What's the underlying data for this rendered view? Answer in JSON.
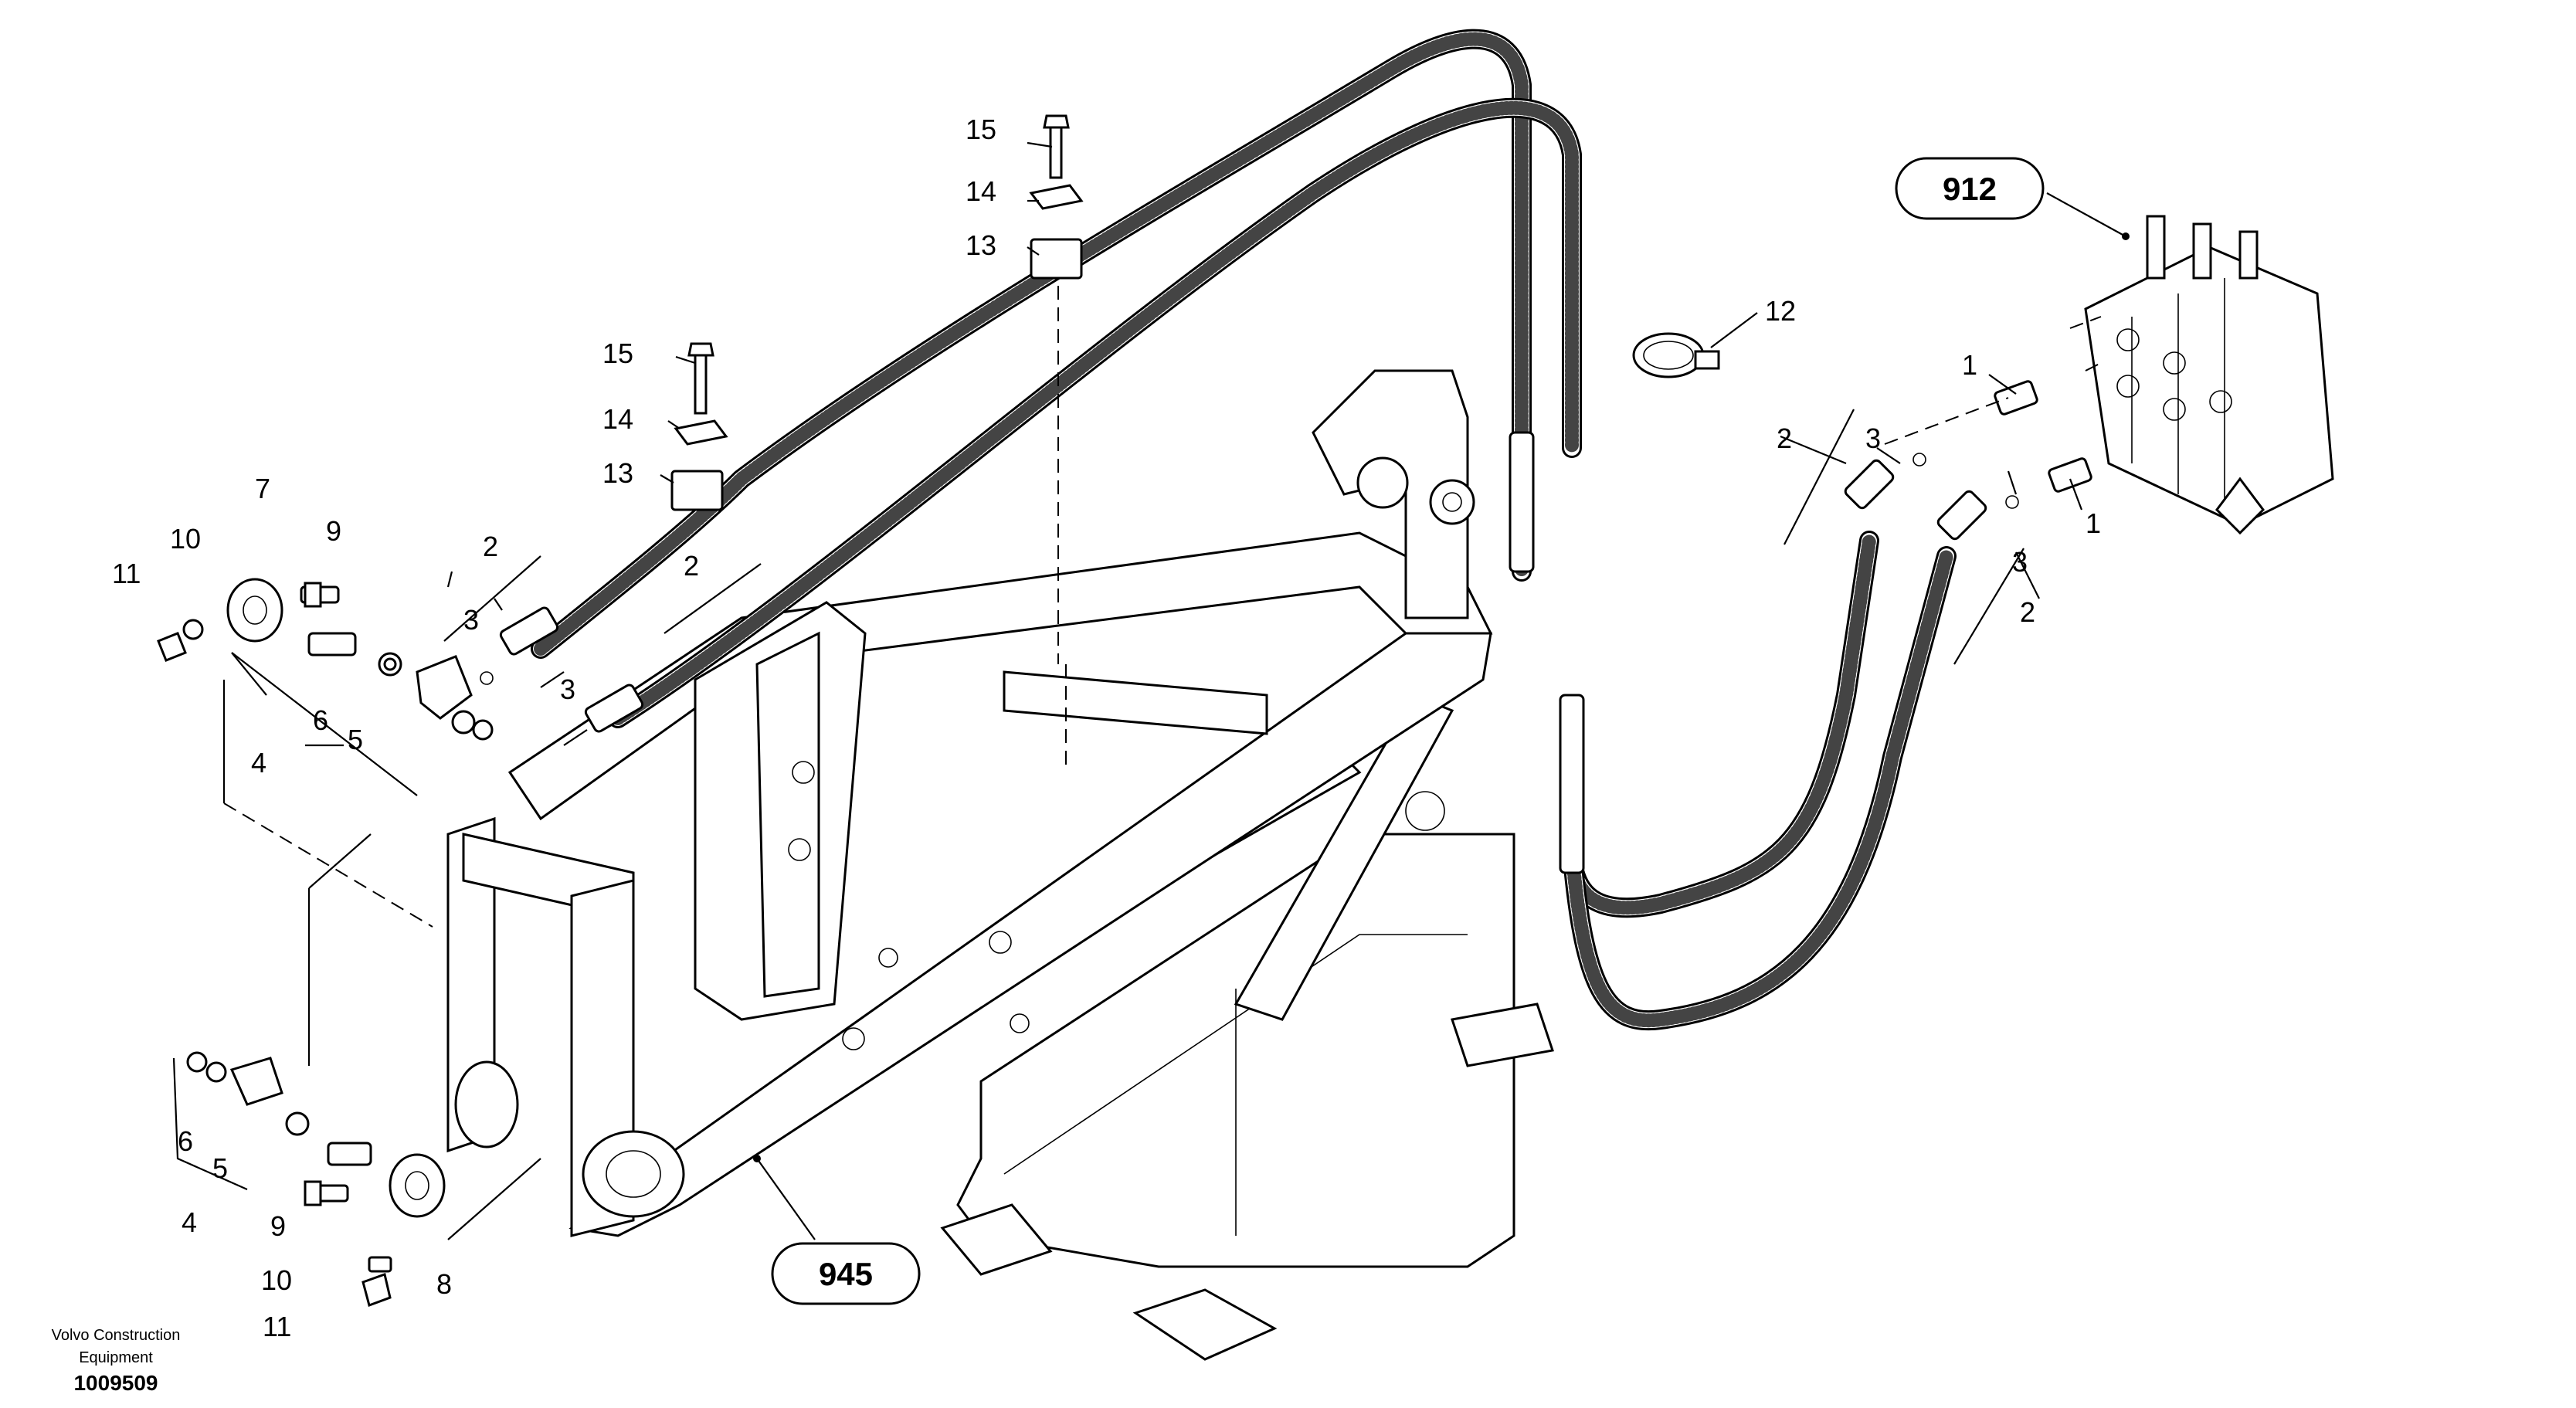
{
  "assembly_refs": {
    "valve": "912",
    "frame": "945"
  },
  "part_labels": {
    "p1": "1",
    "p2": "2",
    "p3": "3",
    "p4": "4",
    "p5": "5",
    "p6": "6",
    "p7": "7",
    "p8": "8",
    "p9": "9",
    "p10": "10",
    "p11": "11",
    "p12": "12",
    "p13": "13",
    "p14": "14",
    "p15": "15"
  },
  "footer": {
    "brand_line1": "Volvo Construction",
    "brand_line2": "Equipment",
    "drawing_number": "1009509"
  }
}
